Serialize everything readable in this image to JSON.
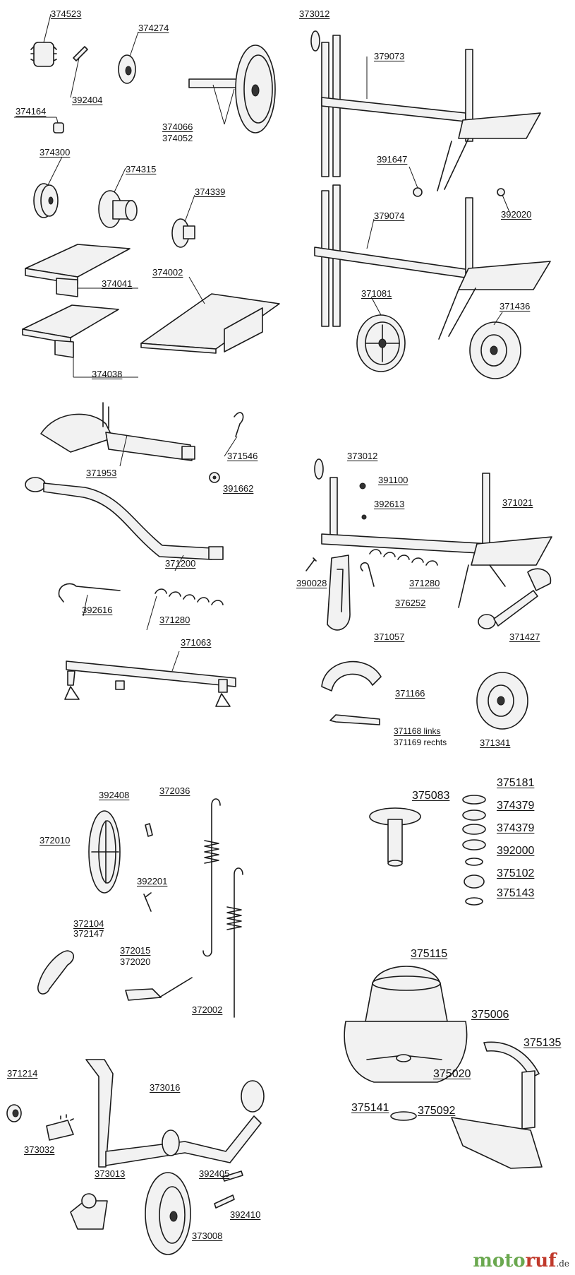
{
  "labels": {
    "p374523": "374523",
    "p374274": "374274",
    "p392404": "392404",
    "p374164": "374164",
    "p374066": "374066",
    "p374052": "374052",
    "p374300": "374300",
    "p374315": "374315",
    "p374339": "374339",
    "p374041": "374041",
    "p374002": "374002",
    "p374038": "374038",
    "p373012a": "373012",
    "p379073": "379073",
    "p391647": "391647",
    "p392020": "392020",
    "p379074": "379074",
    "p371081": "371081",
    "p371436": "371436",
    "p371546": "371546",
    "p371953": "371953",
    "p391662": "391662",
    "p371200": "371200",
    "p392616": "392616",
    "p371280a": "371280",
    "p371063": "371063",
    "p373012b": "373012",
    "p391100": "391100",
    "p392613": "392613",
    "p371021": "371021",
    "p390028": "390028",
    "p371280b": "371280",
    "p376252": "376252",
    "p371057": "371057",
    "p371427": "371427",
    "p371166": "371166",
    "p371168": "371168 links",
    "p371169": "371169 rechts",
    "p371341": "371341",
    "p392408": "392408",
    "p372036": "372036",
    "p372010": "372010",
    "p392201": "392201",
    "p372104": "372104",
    "p372147": "372147",
    "p372015": "372015",
    "p372020": "372020",
    "p372002": "372002",
    "p375083": "375083",
    "p375181": "375181",
    "p374379a": "374379",
    "p374379b": "374379",
    "p392000": "392000",
    "p375102": "375102",
    "p375143": "375143",
    "p375115": "375115",
    "p375006": "375006",
    "p375135": "375135",
    "p375020": "375020",
    "p375141": "375141",
    "p375092": "375092",
    "p371214": "371214",
    "p373016": "373016",
    "p373032": "373032",
    "p373013": "373013",
    "p392405": "392405",
    "p392410": "392410",
    "p373008": "373008"
  },
  "watermark": {
    "part1": "moto",
    "part2": "ruf",
    "suffix": ".de"
  }
}
